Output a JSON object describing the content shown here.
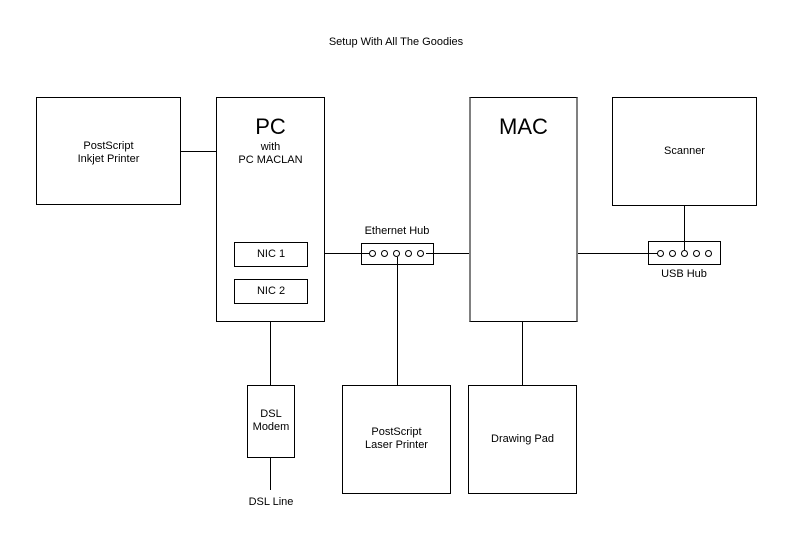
{
  "title": "Setup With All The Goodies",
  "nodes": {
    "inkjet_printer": {
      "label": "PostScript\nInkjet Printer"
    },
    "pc": {
      "title": "PC",
      "subtitle": "with\nPC MACLAN"
    },
    "nic1": {
      "label": "NIC 1"
    },
    "nic2": {
      "label": "NIC 2"
    },
    "ethernet_hub": {
      "label": "Ethernet Hub",
      "port_count": 5
    },
    "mac": {
      "title": "MAC"
    },
    "scanner": {
      "label": "Scanner"
    },
    "usb_hub": {
      "label": "USB Hub",
      "port_count": 5
    },
    "dsl_modem": {
      "label": "DSL\nModem"
    },
    "dsl_line": {
      "label": "DSL Line"
    },
    "laser_printer": {
      "label": "PostScript\nLaser Printer"
    },
    "drawing_pad": {
      "label": "Drawing Pad"
    }
  },
  "connections": [
    {
      "from": "inkjet_printer",
      "to": "pc"
    },
    {
      "from": "nic1",
      "to": "ethernet_hub"
    },
    {
      "from": "ethernet_hub",
      "to": "mac"
    },
    {
      "from": "ethernet_hub",
      "to": "laser_printer"
    },
    {
      "from": "mac",
      "to": "usb_hub"
    },
    {
      "from": "scanner",
      "to": "usb_hub"
    },
    {
      "from": "mac",
      "to": "drawing_pad"
    },
    {
      "from": "nic2",
      "to": "dsl_modem"
    },
    {
      "from": "dsl_modem",
      "to": "dsl_line"
    }
  ]
}
